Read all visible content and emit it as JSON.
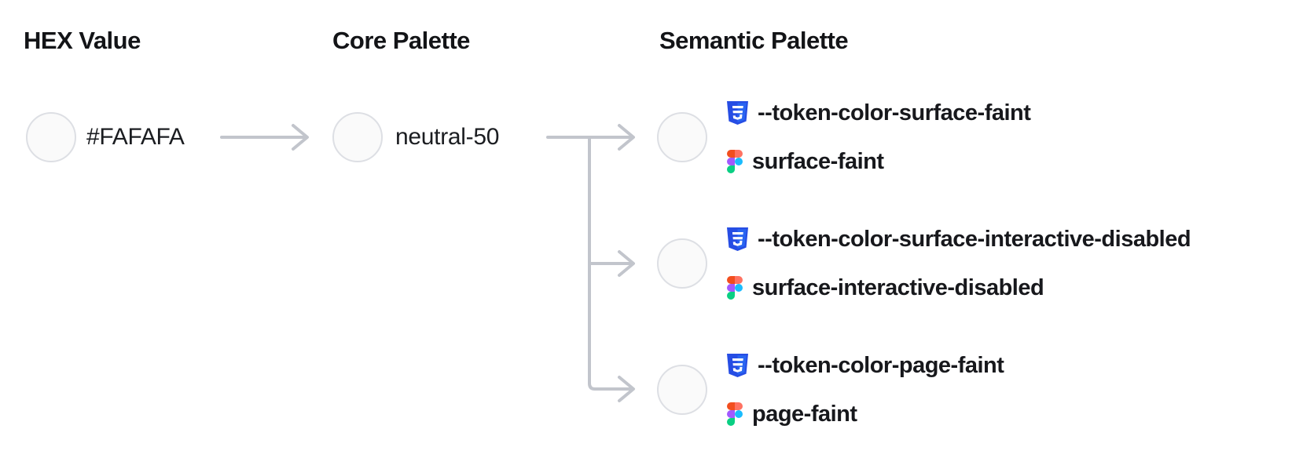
{
  "diagram": {
    "columns": [
      {
        "key": "hex",
        "title": "HEX Value"
      },
      {
        "key": "core",
        "title": "Core Palette"
      },
      {
        "key": "semantic",
        "title": "Semantic Palette"
      }
    ],
    "hex": {
      "value": "#FAFAFA",
      "swatch_color": "#FAFAFA"
    },
    "core": {
      "name": "neutral-50",
      "swatch_color": "#FAFAFA"
    },
    "semantic_tokens": [
      {
        "css": "--token-color-surface-faint",
        "figma": "surface-faint",
        "swatch_color": "#FAFAFA"
      },
      {
        "css": "--token-color-surface-interactive-disabled",
        "figma": "surface-interactive-disabled",
        "swatch_color": "#FAFAFA"
      },
      {
        "css": "--token-color-page-faint",
        "figma": "page-faint",
        "swatch_color": "#FAFAFA"
      }
    ],
    "icons": {
      "css_token": "css3-badge-icon",
      "figma_token": "figma-logo-icon"
    },
    "colors": {
      "background": "#FFFFFF",
      "swatch_fill": "#FAFAFA",
      "swatch_border": "#DDDFE4",
      "connector": "#C2C5CC",
      "heading_text": "#131417",
      "body_text": "#17181C",
      "css_badge_blue_dark": "#264DE4",
      "css_badge_blue_light": "#2965F1",
      "figma_red": "#F24E1E",
      "figma_salmon": "#FF7262",
      "figma_purple": "#A259FF",
      "figma_blue": "#1ABCFE",
      "figma_green": "#0ACF83"
    }
  }
}
